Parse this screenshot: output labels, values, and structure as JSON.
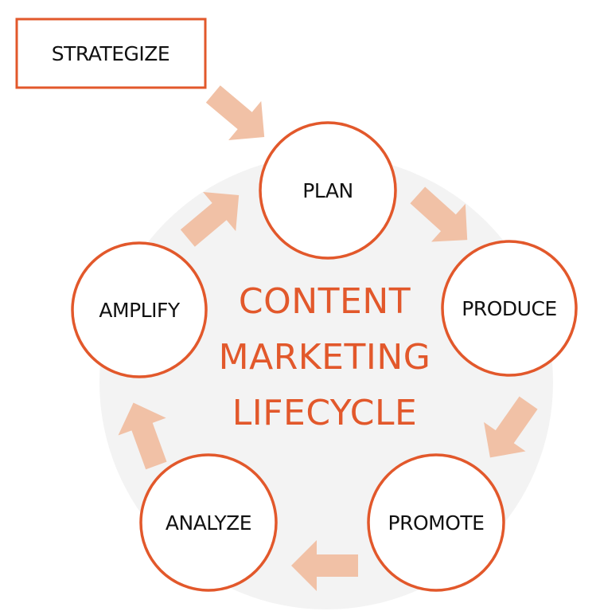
{
  "colors": {
    "accent": "#e2582b",
    "arrow": "#f1c1a6",
    "background_circle": "#f3f3f3",
    "node_fill": "#ffffff",
    "node_text": "#111111"
  },
  "start": {
    "label": "STRATEGIZE"
  },
  "center": {
    "line1": "CONTENT",
    "line2": "MARKETING",
    "line3": "LIFECYCLE"
  },
  "nodes": {
    "plan": "PLAN",
    "produce": "PRODUCE",
    "promote": "PROMOTE",
    "analyze": "ANALYZE",
    "amplify": "AMPLIFY"
  }
}
